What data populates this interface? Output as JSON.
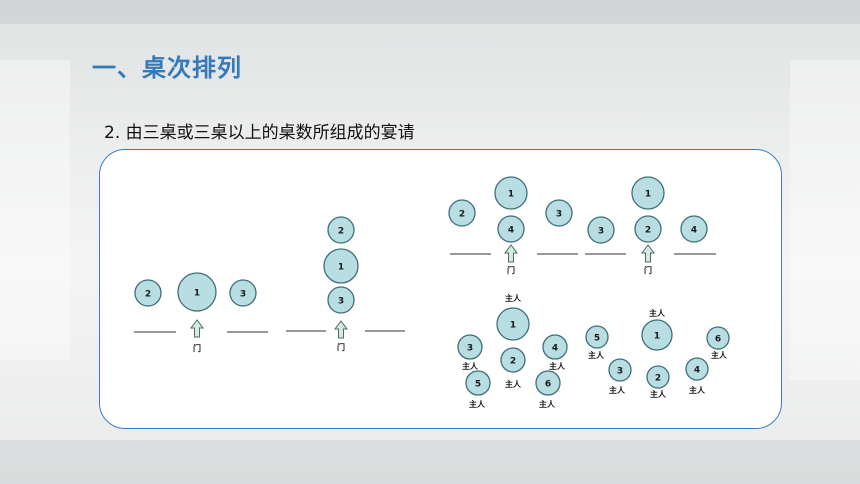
{
  "slide": {
    "title": "一、桌次排列",
    "subtitle": "2. 由三桌或三桌以上的桌数所组成的宴请"
  },
  "labels": {
    "door": "门",
    "host": "主人"
  },
  "colors": {
    "title": "#3579b8",
    "panel_border": "#3c7cc2",
    "table_fill": "#b8dde2",
    "table_stroke": "#3f6f78",
    "arrow_fill": "#d6eae2",
    "arrow_stroke": "#4d6a66"
  },
  "diagrams": [
    {
      "id": "three-horizontal",
      "tables": [
        "2",
        "1",
        "3"
      ],
      "has_door": true
    },
    {
      "id": "three-vertical",
      "tables": [
        "2",
        "1",
        "3"
      ],
      "has_door": true
    },
    {
      "id": "four-tables",
      "tables": [
        "1",
        "2",
        "4",
        "3"
      ],
      "has_door": true
    },
    {
      "id": "five-tables",
      "tables": [
        "1",
        "3",
        "2",
        "4"
      ],
      "has_door": true
    },
    {
      "id": "six-tables-a",
      "tables": [
        "1",
        "3",
        "2",
        "4",
        "5",
        "6"
      ],
      "host_labels": 6
    },
    {
      "id": "six-tables-b",
      "tables": [
        "1",
        "5",
        "3",
        "2",
        "4",
        "6"
      ],
      "host_labels": 6
    }
  ]
}
